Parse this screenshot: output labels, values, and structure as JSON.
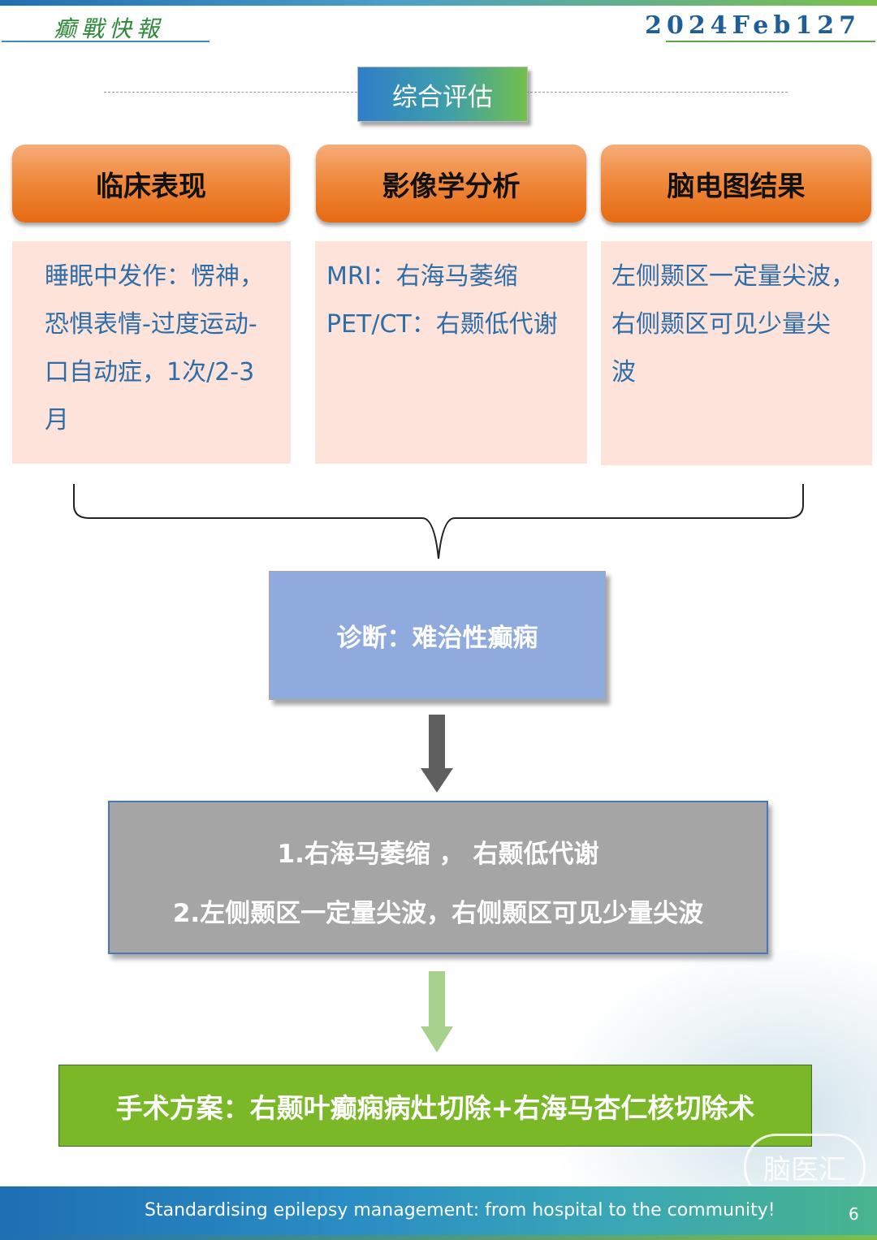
{
  "header": {
    "brand": "癫戰快報",
    "issue": "2024Feb127"
  },
  "title": "综合评估",
  "columns": [
    {
      "header": "临床表现",
      "lines": [
        "睡眠中发作：愣神，",
        "恐惧表情-过度运动-",
        "口自动症，1次/2-3",
        "月"
      ]
    },
    {
      "header": "影像学分析",
      "lines": [
        "MRI：右海马萎缩",
        "PET/CT：右颞低代谢"
      ]
    },
    {
      "header": "脑电图结果",
      "lines": [
        "左侧颞区一定量尖波，",
        "右侧颞区可见少量尖",
        "波"
      ]
    }
  ],
  "diagnosis": "诊断：难治性癫痫",
  "findings": [
    "1.右海马萎缩 ， 右颞低代谢",
    "2.左侧颞区一定量尖波，右侧颞区可见少量尖波"
  ],
  "surgery": "手术方案：右颞叶癫痫病灶切除+右海马杏仁核切除术",
  "footer": {
    "slogan": "Standardising epilepsy management: from hospital to the community!",
    "page": "6"
  },
  "watermark_logo": "脑医汇",
  "colors": {
    "header_orange": "#f08a3e",
    "panel_bg": "#fde3da",
    "diagnosis_blue": "#8faadc",
    "findings_gray": "#a5a5a5",
    "surgery_green": "#7ab828",
    "arrow_gray": "#5f5f5f",
    "arrow_green": "#a9d18e"
  }
}
